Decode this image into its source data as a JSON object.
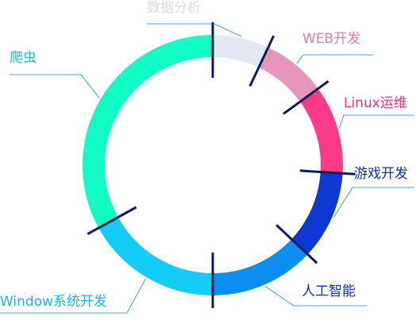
{
  "chart_data": {
    "type": "pie",
    "style": "ring",
    "title": "",
    "segments": [
      {
        "label": "数据分析",
        "value": 7,
        "color": "#e3e8f2",
        "label_color": "#d5dae6"
      },
      {
        "label": "WEB开发",
        "value": 8,
        "color": "#e895bb",
        "label_color": "#e57aa8"
      },
      {
        "label": "Linux运维",
        "value": 11,
        "color": "#fd3a86",
        "label_color": "#f0307a"
      },
      {
        "label": "游戏开发",
        "value": 11,
        "color": "#0d39d2",
        "label_color": "#0a2fa8"
      },
      {
        "label": "人工智能",
        "value": 13,
        "color": "#0a8ff0",
        "label_color": "#0a2fa8"
      },
      {
        "label": "Window系统开发",
        "value": 17,
        "color": "#14cdf7",
        "label_color": "#17b4ea"
      },
      {
        "label": "爬虫",
        "value": 33,
        "color": "#11fbc5",
        "label_color": "#19c9a6"
      }
    ],
    "legend": "none"
  },
  "colors": {
    "divider": "#0d1a55",
    "leader_line": "#0b87d6"
  }
}
